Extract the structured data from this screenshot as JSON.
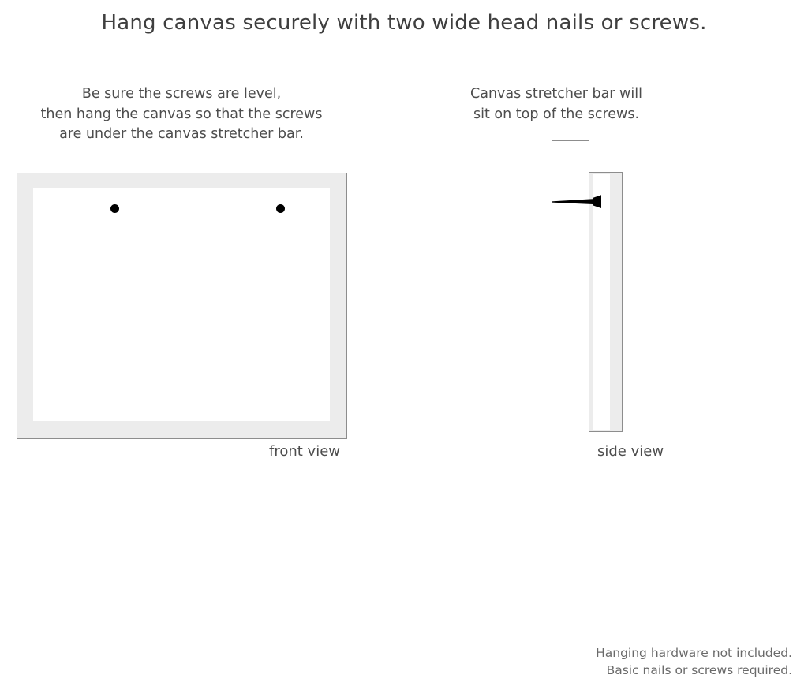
{
  "title": "Hang canvas securely with two wide head nails or screws.",
  "captions": {
    "left": [
      "Be sure the screws are level,",
      "then hang the canvas so that the screws",
      "are under the canvas stretcher bar."
    ],
    "right": [
      "Canvas stretcher bar will",
      "sit on top of the screws."
    ]
  },
  "labels": {
    "front_view": "front view",
    "side_view": "side view"
  },
  "footer": [
    "Hanging hardware not included.",
    "Basic nails or screws required."
  ],
  "colors": {
    "frame_fill": "#ececec",
    "frame_border": "#8d8d8d",
    "canvas_inner": "#ffffff",
    "screw": "#000000",
    "text": "#4d4d4d",
    "footer_text": "#6a6a6a",
    "background": "#ffffff"
  },
  "diagram": {
    "front_view": {
      "screw_count": 2,
      "screw_positions": [
        "left",
        "right"
      ]
    },
    "side_view": {
      "parts": [
        "wall",
        "canvas-stretcher-bar",
        "screw"
      ]
    }
  }
}
